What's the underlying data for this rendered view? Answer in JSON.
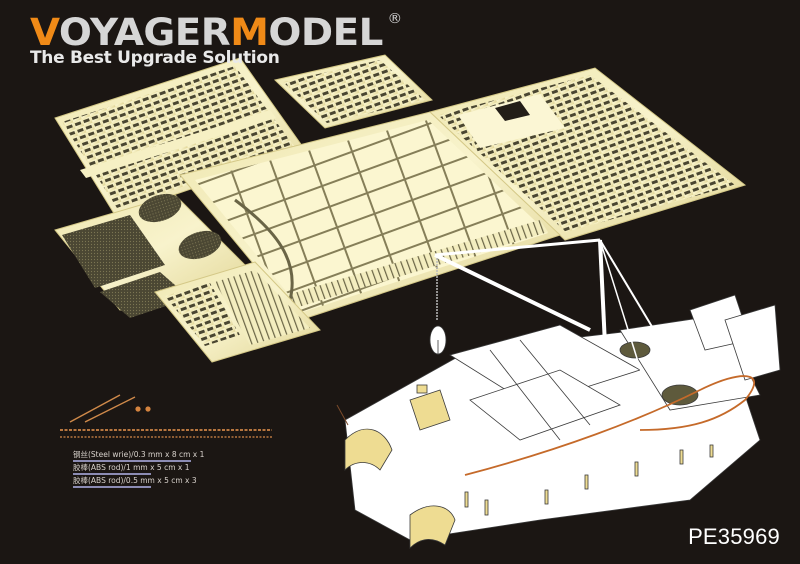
{
  "brand": {
    "name_parts": [
      {
        "text": "V",
        "style": "accent"
      },
      {
        "text": "OYAGER",
        "style": "plain"
      },
      {
        "text": "M",
        "style": "accent"
      },
      {
        "text": "ODEL",
        "style": "plain"
      }
    ],
    "registered_mark": "®",
    "tagline": "The Best Upgrade Solution",
    "accent_color": "#f08a17",
    "text_color": "#d6d6d6"
  },
  "materials": [
    {
      "label": "钢丝(Steel wrie)/0.3 mm x 8 cm x 1"
    },
    {
      "label": "胶棒(ABS rod)/1 mm x 5 cm x 1"
    },
    {
      "label": "胶棒(ABS rod)/0.5 mm x 5 cm x 3"
    }
  ],
  "product_code": "PE35969",
  "colors": {
    "background": "#1b1613",
    "brass_light": "#f4eebb",
    "brass_mid": "#e3d89a",
    "brass_dark": "#5e5a3c",
    "copper": "#c56a2a",
    "vehicle": "#ffffff",
    "vehicle_line": "#3a3a3a",
    "resin_part": "#eedc92"
  }
}
